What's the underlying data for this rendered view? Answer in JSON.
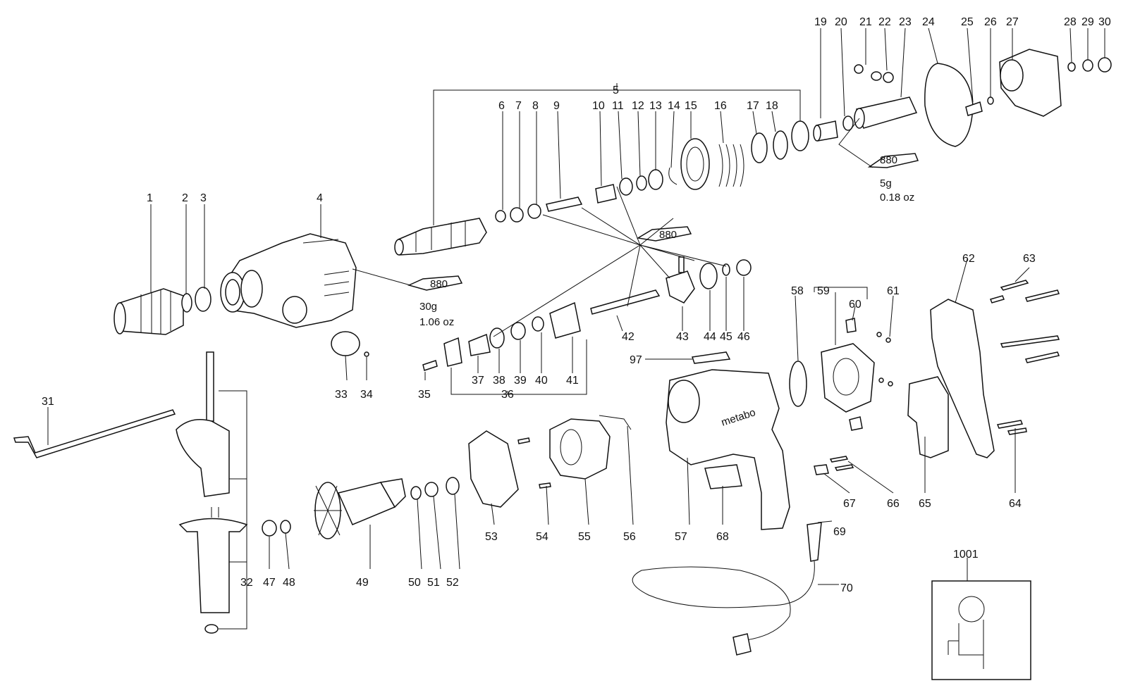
{
  "diagram": {
    "callouts": [
      "1",
      "2",
      "3",
      "4",
      "5",
      "6",
      "7",
      "8",
      "9",
      "10",
      "11",
      "12",
      "13",
      "14",
      "15",
      "16",
      "17",
      "18",
      "19",
      "20",
      "21",
      "22",
      "23",
      "24",
      "25",
      "26",
      "27",
      "28",
      "29",
      "30",
      "31",
      "32",
      "33",
      "34",
      "35",
      "36",
      "37",
      "38",
      "39",
      "40",
      "41",
      "42",
      "43",
      "44",
      "45",
      "46",
      "47",
      "48",
      "49",
      "50",
      "51",
      "52",
      "53",
      "54",
      "55",
      "56",
      "57",
      "58",
      "59",
      "60",
      "61",
      "62",
      "63",
      "64",
      "65",
      "66",
      "67",
      "68",
      "69",
      "70",
      "97",
      "1001"
    ],
    "grease_tags": [
      {
        "code": "880",
        "amount": "30g",
        "amount_oz": "1.06 oz"
      },
      {
        "code": "880",
        "amount": "5g",
        "amount_oz": "0.18 oz"
      },
      {
        "code": "880"
      }
    ],
    "housing_brand": "metabo"
  }
}
